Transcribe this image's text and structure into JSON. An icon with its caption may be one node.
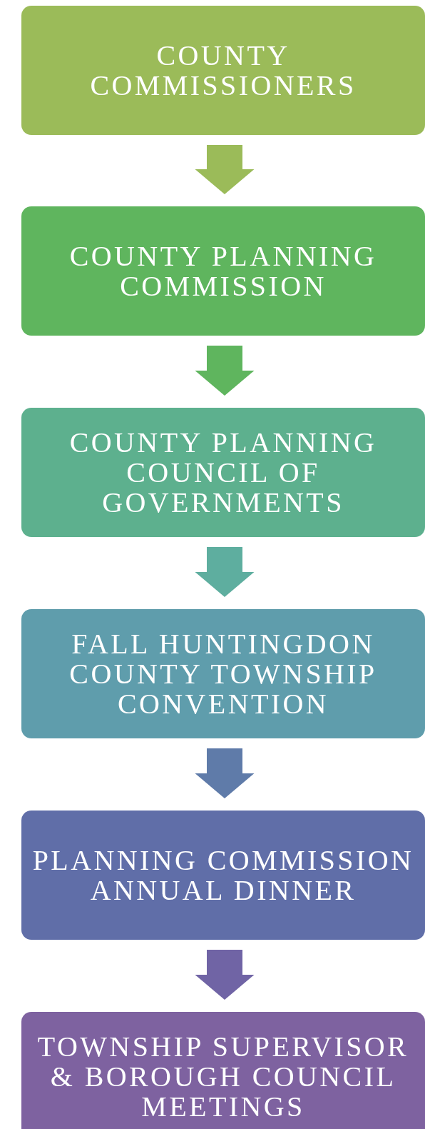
{
  "diagram": {
    "nodes": [
      {
        "text": [
          "COUNTY COMMISSIONERS"
        ]
      },
      {
        "text": [
          "COUNTY PLANNING COMMISSION"
        ]
      },
      {
        "text": [
          "COUNTY PLANNING COUNCIL OF GOVERNMENTS"
        ]
      },
      {
        "text": [
          "FALL HUNTINGDON COUNTY TOWNSHIP CONVENTION"
        ]
      },
      {
        "text": [
          "PLANNING COMMISSION ANNUAL DINNER"
        ]
      },
      {
        "text": [
          "TOWNSHIP SUPERVISOR & BOROUGH COUNCIL MEETINGS"
        ]
      }
    ],
    "edges": [
      {
        "from": 0,
        "to": 1,
        "arrow": "to",
        "color": "#9bbb59"
      },
      {
        "from": 1,
        "to": 2,
        "arrow": "to",
        "color": "#5fb55e"
      },
      {
        "from": 2,
        "to": 3,
        "arrow": "to",
        "color": "#5eae9f"
      },
      {
        "from": 3,
        "to": 4,
        "arrow": "to",
        "color": "#5f7ba9"
      },
      {
        "from": 4,
        "to": 5,
        "arrow": "to",
        "color": "#7064a5"
      }
    ]
  }
}
